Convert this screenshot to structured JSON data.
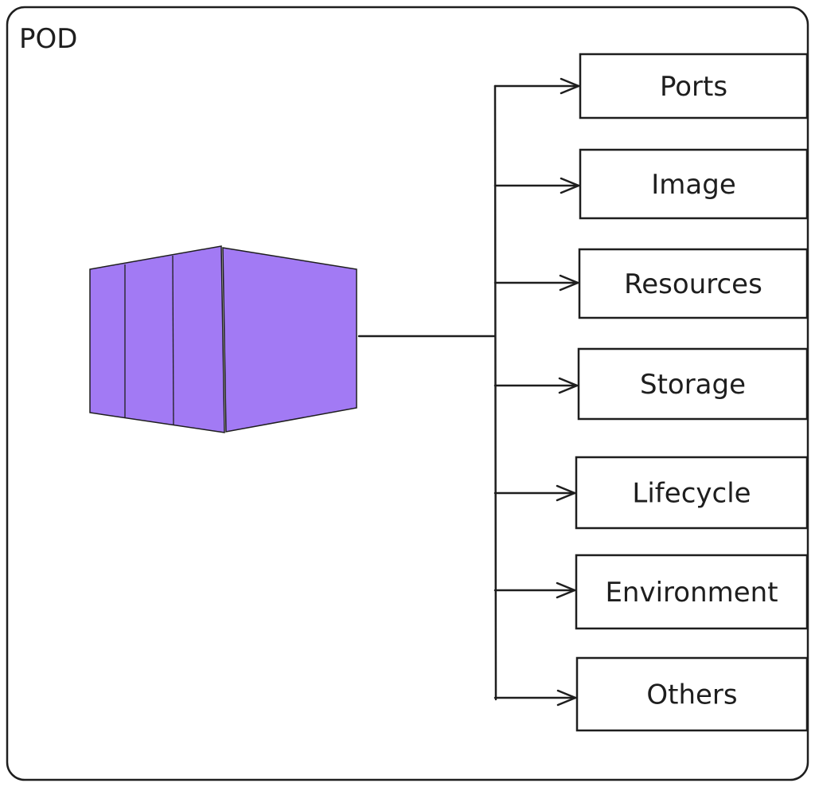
{
  "pod": {
    "title": "POD"
  },
  "container": {
    "fill_color": "#a27af4"
  },
  "stroke_color": "#1e1e1e",
  "components": [
    {
      "label": "Ports"
    },
    {
      "label": "Image"
    },
    {
      "label": "Resources"
    },
    {
      "label": "Storage"
    },
    {
      "label": "Lifecycle"
    },
    {
      "label": "Environment"
    },
    {
      "label": "Others"
    }
  ]
}
